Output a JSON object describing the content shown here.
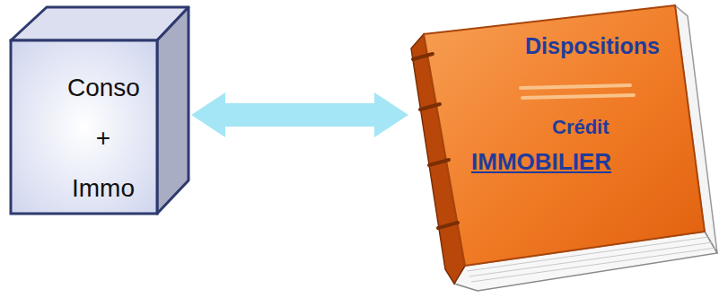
{
  "diagram": {
    "nodes": [
      {
        "text": [
          "Conso + Immo"
        ]
      },
      {
        "text": [
          "Dispositions",
          "Crédit",
          "IMMOBILIER"
        ]
      }
    ],
    "edges": [
      {
        "from": 0,
        "to": 1,
        "arrow": "both"
      }
    ]
  }
}
